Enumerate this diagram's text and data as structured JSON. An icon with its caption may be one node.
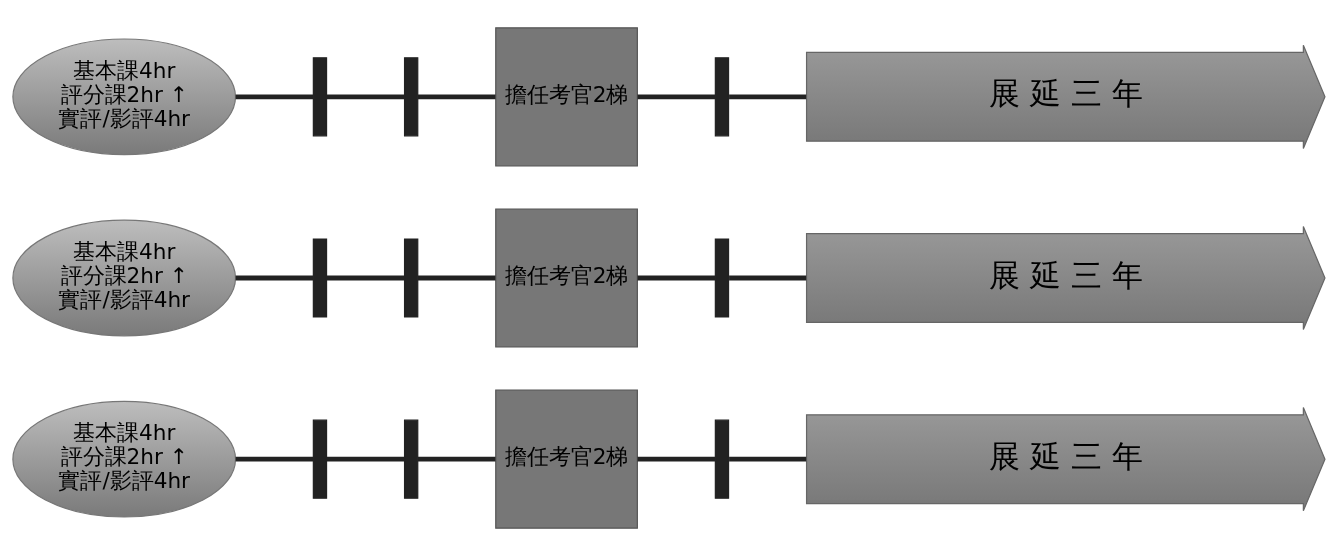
{
  "diagram": {
    "nodes": [
      {
        "text": [
          "基本課4hr",
          "評分課2hr ↑",
          "實評/影評4hr"
        ]
      },
      {
        "text": [],
        "shape": "bar"
      },
      {
        "text": [],
        "shape": "bar"
      },
      {
        "text": [
          "擔任考官2梯"
        ]
      },
      {
        "text": [],
        "shape": "bar"
      },
      {
        "text": [
          "展 延 三 年"
        ]
      },
      {
        "text": [
          "基本課4hr",
          "評分課2hr ↑",
          "實評/影評4hr"
        ]
      },
      {
        "text": [],
        "shape": "bar"
      },
      {
        "text": [],
        "shape": "bar"
      },
      {
        "text": [
          "擔任考官2梯"
        ]
      },
      {
        "text": [],
        "shape": "bar"
      },
      {
        "text": [
          "展 延 三 年"
        ]
      },
      {
        "text": [
          "基本課4hr",
          "評分課2hr ↑",
          "實評/影評4hr"
        ]
      },
      {
        "text": [],
        "shape": "bar"
      },
      {
        "text": [],
        "shape": "bar"
      },
      {
        "text": [
          "擔任考官2梯"
        ]
      },
      {
        "text": [],
        "shape": "bar"
      },
      {
        "text": [
          "展 延 三 年"
        ]
      }
    ],
    "edges": [
      {
        "from": 0,
        "to": 1,
        "arrow": "none"
      },
      {
        "from": 1,
        "to": 2,
        "arrow": "none"
      },
      {
        "from": 2,
        "to": 3,
        "arrow": "none"
      },
      {
        "from": 3,
        "to": 4,
        "arrow": "none"
      },
      {
        "from": 4,
        "to": 5,
        "arrow": "none"
      },
      {
        "from": 6,
        "to": 7,
        "arrow": "none"
      },
      {
        "from": 7,
        "to": 8,
        "arrow": "none"
      },
      {
        "from": 8,
        "to": 9,
        "arrow": "none"
      },
      {
        "from": 9,
        "to": 10,
        "arrow": "none"
      },
      {
        "from": 10,
        "to": 11,
        "arrow": "none"
      },
      {
        "from": 12,
        "to": 13,
        "arrow": "none"
      },
      {
        "from": 13,
        "to": 14,
        "arrow": "none"
      },
      {
        "from": 14,
        "to": 15,
        "arrow": "none"
      },
      {
        "from": 15,
        "to": 16,
        "arrow": "none"
      },
      {
        "from": 16,
        "to": 17,
        "arrow": "none"
      }
    ]
  }
}
